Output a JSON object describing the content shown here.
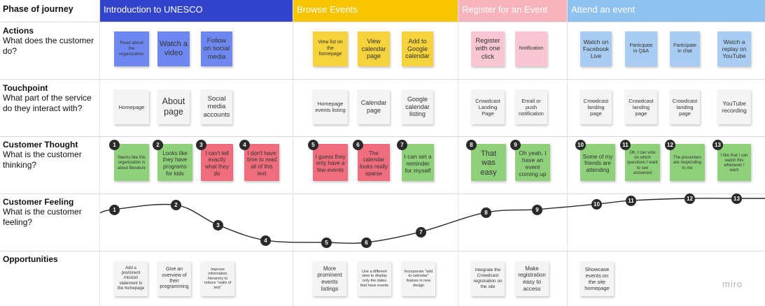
{
  "header": {
    "phase_label": "Phase of journey",
    "lanes": [
      {
        "id": "intro",
        "label": "Introduction to UNESCO",
        "color": "#3344cc"
      },
      {
        "id": "browse",
        "label": "Browse Events",
        "color": "#f7c400"
      },
      {
        "id": "register",
        "label": "Register for an Event",
        "color": "#f8b4bd"
      },
      {
        "id": "attend",
        "label": "Attend an event",
        "color": "#8fc2ef"
      }
    ]
  },
  "rows": [
    {
      "id": "actions",
      "title": "Actions",
      "subtitle": "What does the customer do?"
    },
    {
      "id": "touchpoint",
      "title": "Touchpoint",
      "subtitle": "What part of the service do they interact with?"
    },
    {
      "id": "thought",
      "title": "Customer Thought",
      "subtitle": "What is the customer thinking?"
    },
    {
      "id": "feeling",
      "title": "Customer Feeling",
      "subtitle": "What is the customer feeling?"
    },
    {
      "id": "opportunities",
      "title": "Opportunities",
      "subtitle": ""
    }
  ],
  "colors": {
    "blue_sticky": "#6f87f0",
    "yellow_sticky": "#f6d33c",
    "pink_sticky": "#f9c7d4",
    "light_blue_sticky": "#a9cdf2",
    "gray_sticky": "#f4f4f4",
    "green_sticky": "#8fd07a",
    "red_sticky": "#ef6d7c",
    "line": "#2a2a2a",
    "badge": "#2a2a2a"
  },
  "actions": [
    {
      "text": "Read about the organization",
      "color": "#6f87f0"
    },
    {
      "text": "Watch a video",
      "color": "#6f87f0"
    },
    {
      "text": "Follow on social media",
      "color": "#6f87f0"
    },
    {
      "text": "View list on the homepage",
      "color": "#f6d33c"
    },
    {
      "text": "View calendar page",
      "color": "#f6d33c"
    },
    {
      "text": "Add to Google calendar",
      "color": "#f6d33c"
    },
    {
      "text": "Register with one click",
      "color": "#f9c7d4"
    },
    {
      "text": "Notification",
      "color": "#f9c7d4"
    },
    {
      "text": "Watch on Facebook Live",
      "color": "#a9cdf2"
    },
    {
      "text": "Participate in Q&A",
      "color": "#a9cdf2"
    },
    {
      "text": "Participate in chat",
      "color": "#a9cdf2"
    },
    {
      "text": "Watch a replay on YouTube",
      "color": "#a9cdf2"
    }
  ],
  "touchpoints": [
    {
      "text": "Homepage"
    },
    {
      "text": "About page"
    },
    {
      "text": "Social media accounts"
    },
    {
      "text": "Homepage events listing"
    },
    {
      "text": "Calendar page"
    },
    {
      "text": "Google calendar listing"
    },
    {
      "text": "Crowdcast Landing Page"
    },
    {
      "text": "Email or push notification"
    },
    {
      "text": "Crowdcast landing page"
    },
    {
      "text": "Crowdcast landing page"
    },
    {
      "text": "Crowdcast landing page"
    },
    {
      "text": "YouTube recording"
    }
  ],
  "thoughts": [
    {
      "num": "1",
      "text": "Seems like this organization is about literature",
      "sentiment": "positive"
    },
    {
      "num": "2",
      "text": "Looks like they have programs for kids",
      "sentiment": "positive"
    },
    {
      "num": "3",
      "text": "I can't tell exactly what they do",
      "sentiment": "negative"
    },
    {
      "num": "4",
      "text": "I don't have time to read all of this text",
      "sentiment": "negative"
    },
    {
      "num": "5",
      "text": "I guess they only have a few events",
      "sentiment": "negative"
    },
    {
      "num": "6",
      "text": "The calendar looks really sparse",
      "sentiment": "negative"
    },
    {
      "num": "7",
      "text": "I can set a reminder for myself",
      "sentiment": "positive"
    },
    {
      "num": "8",
      "text": "That was easy",
      "sentiment": "positive"
    },
    {
      "num": "9",
      "text": "Oh yeah, I have an event coming up",
      "sentiment": "positive"
    },
    {
      "num": "10",
      "text": "Some of my friends are attending",
      "sentiment": "positive"
    },
    {
      "num": "11",
      "text": "Oh, I can vote on which questions I want to see answered",
      "sentiment": "positive"
    },
    {
      "num": "12",
      "text": "The presenters are responding to me",
      "sentiment": "positive"
    },
    {
      "num": "13",
      "text": "I like that I can watch this whenever I want",
      "sentiment": "positive"
    }
  ],
  "feeling_points": [
    {
      "num": "1",
      "value": 0.75
    },
    {
      "num": "2",
      "value": 0.85
    },
    {
      "num": "3",
      "value": 0.4
    },
    {
      "num": "4",
      "value": 0.05
    },
    {
      "num": "5",
      "value": 0.0
    },
    {
      "num": "6",
      "value": 0.0
    },
    {
      "num": "7",
      "value": 0.24
    },
    {
      "num": "8",
      "value": 0.68
    },
    {
      "num": "9",
      "value": 0.75
    },
    {
      "num": "10",
      "value": 0.87
    },
    {
      "num": "11",
      "value": 0.95
    },
    {
      "num": "12",
      "value": 1.0
    },
    {
      "num": "13",
      "value": 1.0
    }
  ],
  "opportunities": [
    {
      "text": "Add a prominent mission statement to the homepage"
    },
    {
      "text": "Give an overview of their programming"
    },
    {
      "text": "Improve information hierarchy to reduce \"walls of text\""
    },
    {
      "text": "More prominent events listings"
    },
    {
      "text": "Use a different view to display only the dates that have events"
    },
    {
      "text": "Incorporate \"add to calendar\" feature in new design"
    },
    {
      "text": "Integrate the Crowdcast registration on the site"
    },
    {
      "text": "Make registration easy to access"
    },
    {
      "text": "Showcase events on the site homepage"
    }
  ],
  "watermark": "miro"
}
